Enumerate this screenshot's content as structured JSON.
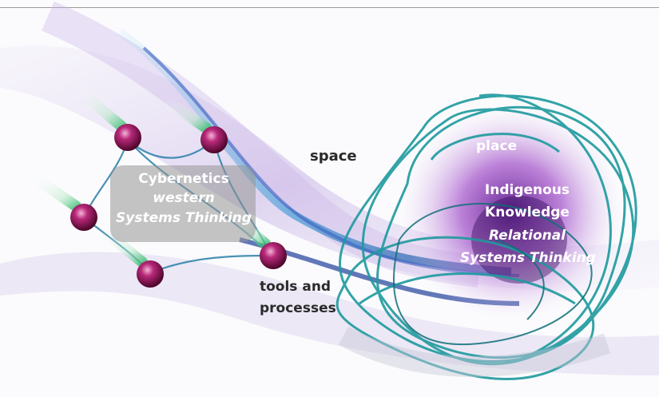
{
  "western": {
    "line1": "Cybernetics",
    "line2": "western",
    "line3": "Systems Thinking"
  },
  "indigenous": {
    "line1": "Indigenous",
    "line2": "Knowledge",
    "line3": "Relational",
    "line4": "Systems Thinking"
  },
  "labels": {
    "space": "space",
    "place": "place",
    "tools_line1": "tools and",
    "tools_line2": "processes"
  },
  "colors": {
    "node": "#8a1050",
    "teal": "#1e9a9e",
    "purple": "#8a3fb0",
    "blue_swirl": "#2a6fd0"
  }
}
